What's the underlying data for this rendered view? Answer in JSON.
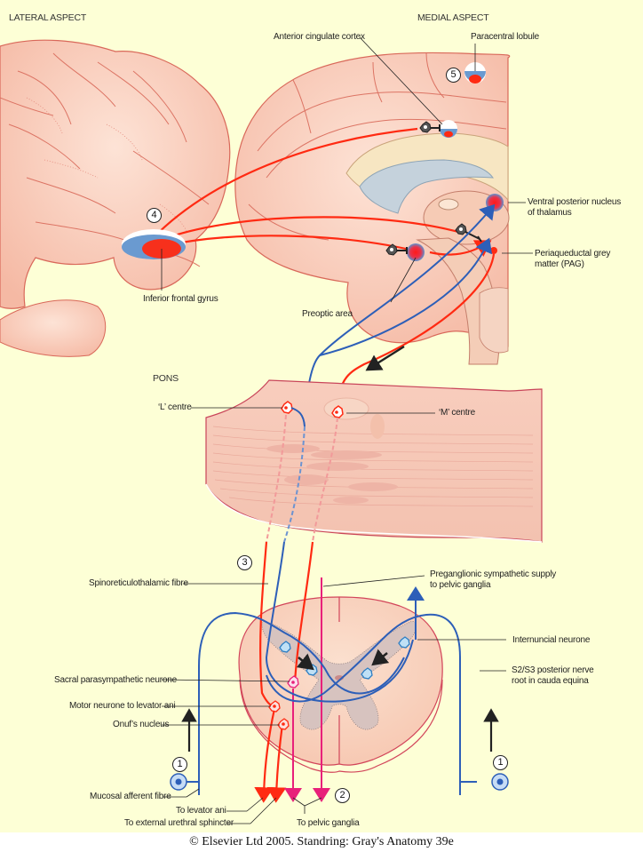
{
  "figure": {
    "headings": {
      "lateral": "LATERAL ASPECT",
      "medial": "MEDIAL ASPECT",
      "pons": "PONS"
    },
    "labels": {
      "anterior_cingulate": "Anterior cingulate cortex",
      "paracentral_lobule": "Paracentral lobule",
      "ventral_posterior": "Ventral posterior nucleus of thalamus",
      "pag": "Periaqueductal grey matter (PAG)",
      "inferior_frontal": "Inferior frontal gyrus",
      "preoptic": "Preoptic area",
      "l_centre": "‘L’ centre",
      "m_centre": "‘M’ centre",
      "spinoreticulothalamic": "Spinoreticulothalamic fibre",
      "preganglionic": "Preganglionic sympathetic supply to pelvic ganglia",
      "internuncial": "Internuncial neurone",
      "sacral_para": "Sacral parasympathetic neurone",
      "s2s3": "S2/S3 posterior nerve root in cauda equina",
      "motor_levator": "Motor neurone to levator ani",
      "onuf": "Onuf’s nucleus",
      "mucosal": "Mucosal afferent fibre",
      "to_levator": "To levator ani",
      "to_sphincter": "To external urethral sphincter",
      "to_pelvic": "To pelvic ganglia"
    },
    "step_markers": {
      "one_left": "1",
      "one_right": "1",
      "two": "2",
      "three": "3",
      "four": "4",
      "five": "5"
    },
    "colors": {
      "background": "#fdffd6",
      "efferent_red": "#ff2a12",
      "afferent_blue": "#2d5fb8",
      "sympathetic_pink": "#e8207a",
      "tissue": "#f9d4c0",
      "outline": "#d2455a"
    }
  },
  "caption": "© Elsevier Ltd 2005. Standring: Gray's Anatomy 39e"
}
